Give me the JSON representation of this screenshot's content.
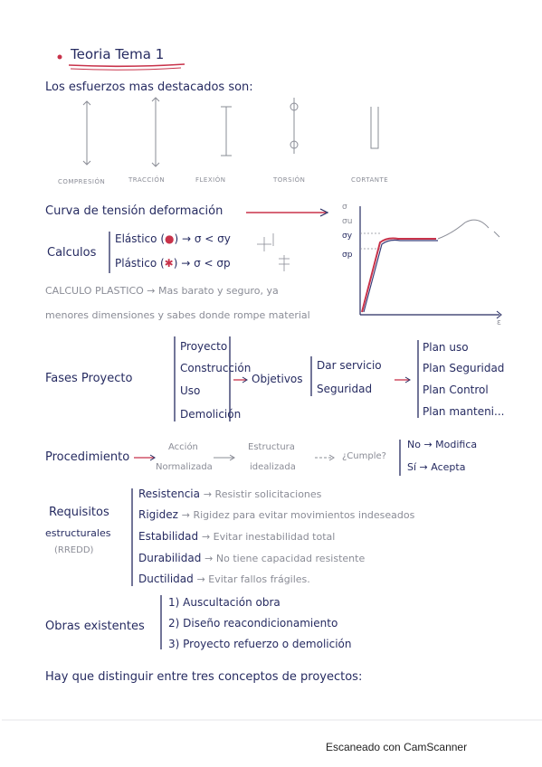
{
  "title": "Teoria Tema 1",
  "esfuerzos": {
    "heading": "Los esfuerzos mas destacados son:",
    "labels": [
      "COMPRESIÓN",
      "TRACCIÓN",
      "FLEXIÓN",
      "TORSIÓN",
      "CORTANTE"
    ]
  },
  "curva": {
    "text": "Curva de tensión deformación",
    "sigma": "σ",
    "sigma_u": "σu",
    "sigma_y": "σy",
    "sigma_p": "σp",
    "epsilon": "ε"
  },
  "calculos": {
    "label": "Calculos",
    "elastico": "Elástico (",
    "elastico_cond": ") → σ < σy",
    "plastico": "Plástico (",
    "plastico_cond": ") → σ < σp"
  },
  "calculo_plastico": {
    "line1": "CALCULO PLASTICO → Mas barato y seguro, ya",
    "line2": "menores dimensiones y sabes donde rompe material"
  },
  "fases": {
    "label": "Fases Proyecto",
    "items": [
      "Proyecto",
      "Construcción",
      "Uso",
      "Demolición"
    ],
    "arrow_label": "Objetivos",
    "objetivos": [
      "Dar servicio",
      "Seguridad"
    ],
    "planes": [
      "Plan uso",
      "Plan Seguridad",
      "Plan Control",
      "Plan manteni..."
    ]
  },
  "procedimiento": {
    "label": "Procedimiento",
    "accion_1": "Acción",
    "accion_2": "Normalizada",
    "estructura_1": "Estructura",
    "estructura_2": "idealizada",
    "question": "¿Cumple?",
    "no": "No → Modifica",
    "si": "Sí → Acepta"
  },
  "requisitos": {
    "label_1": "Requisitos",
    "label_2": "estructurales",
    "label_3": "(RREDD)",
    "items": [
      {
        "term": "Resistencia",
        "desc": "→ Resistir solicitaciones"
      },
      {
        "term": "Rigidez",
        "desc": "→ Rigidez para evitar movimientos indeseados"
      },
      {
        "term": "Estabilidad",
        "desc": "→ Evitar inestabilidad total"
      },
      {
        "term": "Durabilidad",
        "desc": "→ No tiene capacidad resistente"
      },
      {
        "term": "Ductilidad",
        "desc": "→ Evitar fallos frágiles."
      }
    ]
  },
  "obras": {
    "label": "Obras existentes",
    "items": [
      "1) Auscultación obra",
      "2) Diseño reacondicionamiento",
      "3) Proyecto refuerzo o demolición"
    ]
  },
  "closing": "Hay que distinguir entre tres conceptos de proyectos:",
  "footer": "Escaneado con CamScanner",
  "colors": {
    "ink": "#262b61",
    "red": "#c8324a",
    "pencil": "#8a8c96"
  }
}
